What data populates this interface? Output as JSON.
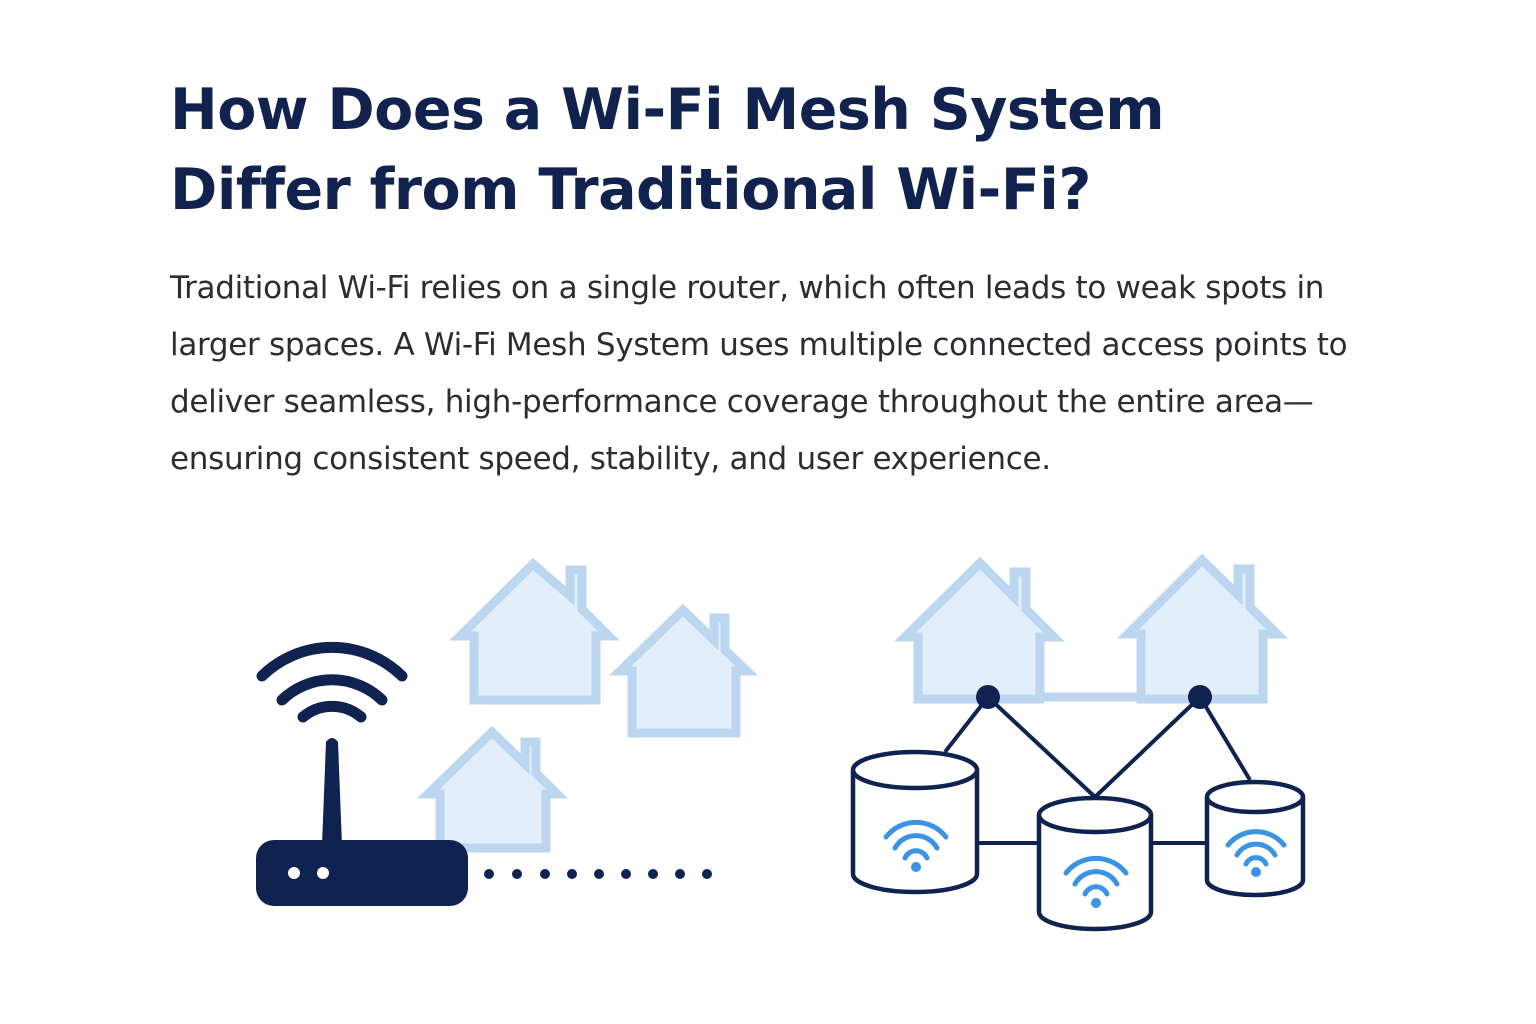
{
  "header": {
    "title_line1": "How Does a Wi-Fi Mesh System",
    "title_line2": "Differ from Traditional Wi-Fi?"
  },
  "body": {
    "paragraph": "Traditional Wi-Fi relies on a single router, which often leads to weak spots in larger spaces. A Wi-Fi Mesh System uses multiple connected access points to deliver seamless, high-performance coverage throughout the entire area—ensuring consistent speed, stability, and user experience."
  },
  "colors": {
    "navy": "#0f2250",
    "house_fill": "#e3eefb",
    "house_stroke": "#bcd6f0",
    "wifi_blue": "#3b93e6"
  },
  "icons": {
    "router": "router-icon",
    "house": "house-icon",
    "mesh_node": "mesh-node-icon",
    "wifi": "wifi-icon"
  }
}
